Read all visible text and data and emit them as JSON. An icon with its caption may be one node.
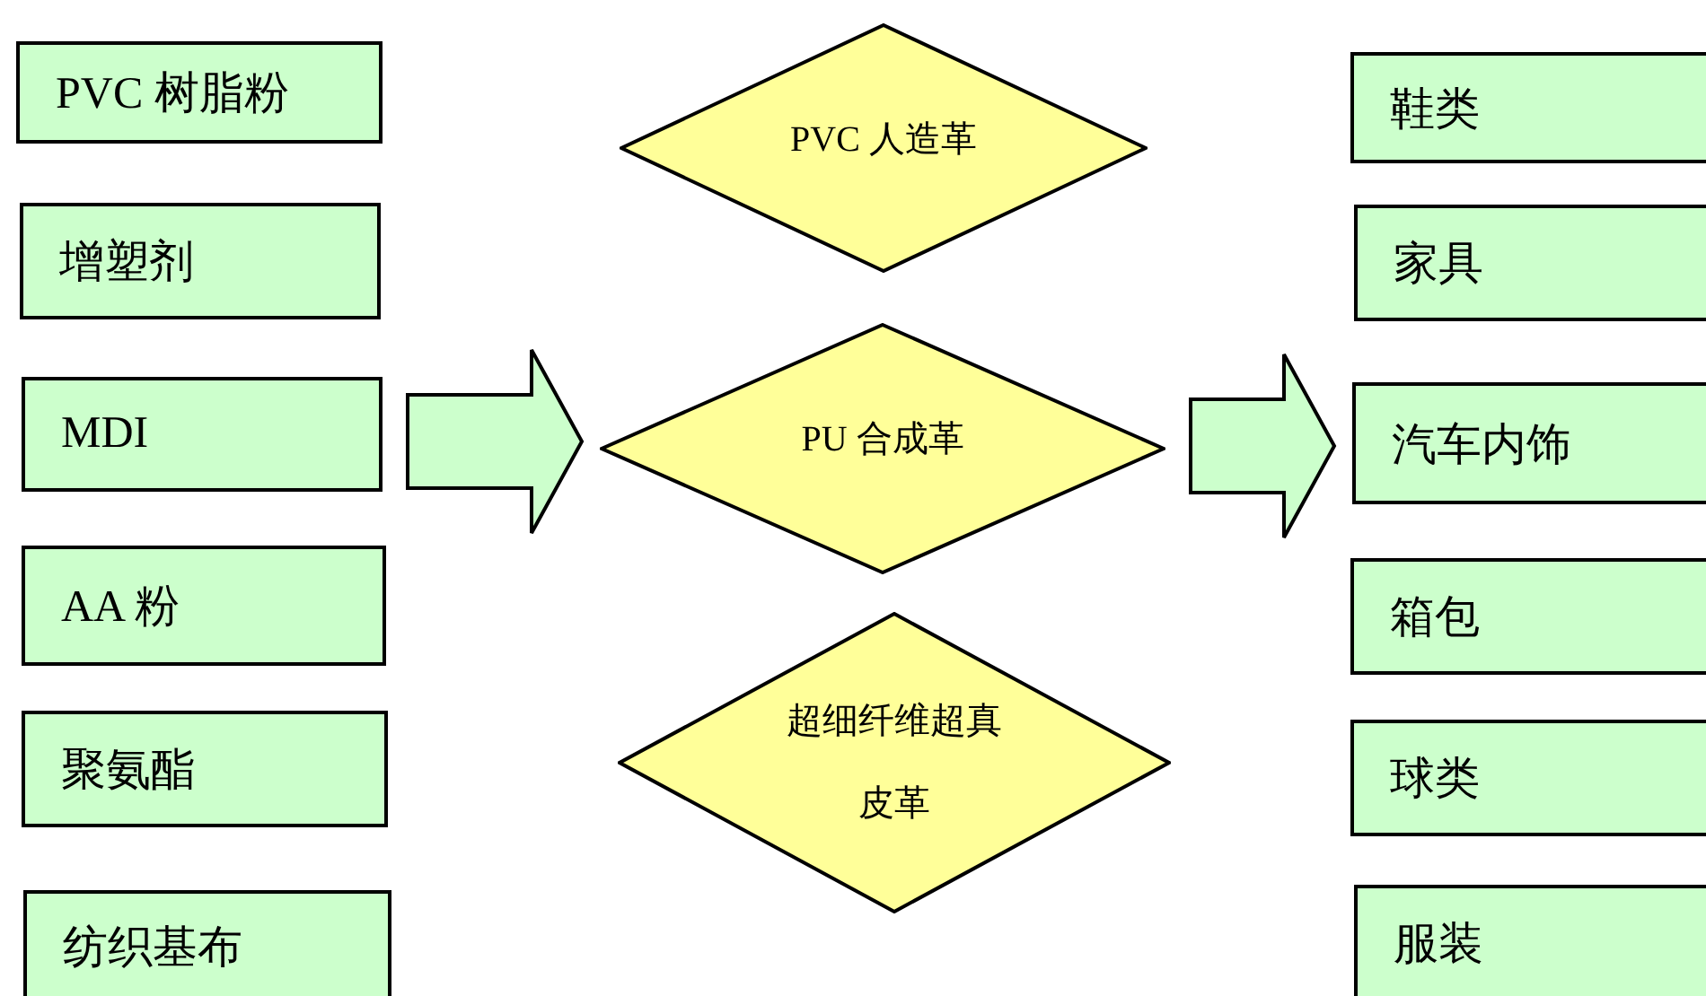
{
  "diagram": {
    "nodes": [
      {
        "text": [
          "PVC 树脂粉"
        ]
      },
      {
        "text": [
          "增塑剂"
        ]
      },
      {
        "text": [
          "MDI"
        ]
      },
      {
        "text": [
          "AA 粉"
        ]
      },
      {
        "text": [
          "聚氨酯"
        ]
      },
      {
        "text": [
          "纺织基布"
        ]
      },
      {
        "text": [
          "PVC 人造革"
        ]
      },
      {
        "text": [
          "PU 合成革"
        ]
      },
      {
        "text": [
          "超细纤维超真皮革"
        ]
      },
      {
        "text": [
          "鞋类"
        ]
      },
      {
        "text": [
          "家具"
        ]
      },
      {
        "text": [
          "汽车内饰"
        ]
      },
      {
        "text": [
          "箱包"
        ]
      },
      {
        "text": [
          "球类"
        ]
      },
      {
        "text": [
          "服装"
        ]
      }
    ],
    "edges": [
      {
        "from": 2,
        "to": 7,
        "arrow": "to"
      },
      {
        "from": 7,
        "to": 11,
        "arrow": "to"
      }
    ]
  }
}
